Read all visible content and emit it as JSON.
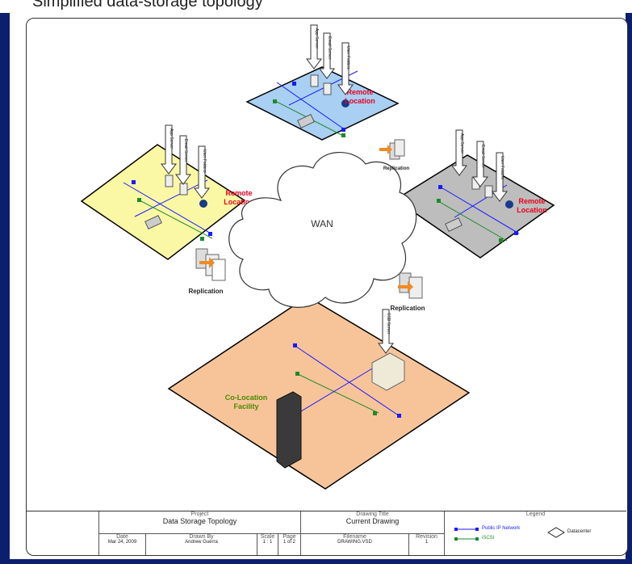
{
  "top_caption": "Simplified data-storage topology",
  "wan_label": "WAN",
  "sites": {
    "remote_top": {
      "label_line1": "Remote",
      "label_line2": "Location",
      "color": "#a9cff2"
    },
    "remote_left": {
      "label_line1": "Remote",
      "label_line2": "Location",
      "color": "#fbf8a5"
    },
    "remote_right": {
      "label_line1": "Remote",
      "label_line2": "Location",
      "color": "#bdbdbd"
    },
    "colo": {
      "label_line1": "Co-Location",
      "label_line2": "Facility",
      "color": "#f7c49a"
    }
  },
  "server_callouts": {
    "app": "App Server",
    "email": "Email Server",
    "user": "User Folders",
    "ssd": "SSD Server"
  },
  "replication_label": "Replication",
  "colors": {
    "public_ip": "#1a1aff",
    "iscsi": "#1e8a2a",
    "remote_label": "#e8001c",
    "colo_label": "#4a8a00",
    "replication_arrow": "#f08a24"
  },
  "title_block": {
    "project_label": "Project",
    "project_value": "Data Storage Topology",
    "drawing_title_label": "Drawing Title",
    "drawing_title_value": "Current Drawing",
    "legend_label": "Legend",
    "date_label": "Date",
    "date_value": "Mar 24, 2009",
    "drawn_by_label": "Drawn By",
    "drawn_by_value": "Andrew Guerra",
    "scale_label": "Scale",
    "scale_value": "1 : 1",
    "page_label": "Page",
    "page_value": "1 of 2",
    "filename_label": "Filename",
    "filename_value": "DRAWING.VSD",
    "revision_label": "Revision",
    "revision_value": "1",
    "legend_public_ip": "Public IP Network",
    "legend_iscsi": "iSCSI",
    "legend_datacenter": "Datacenter"
  }
}
